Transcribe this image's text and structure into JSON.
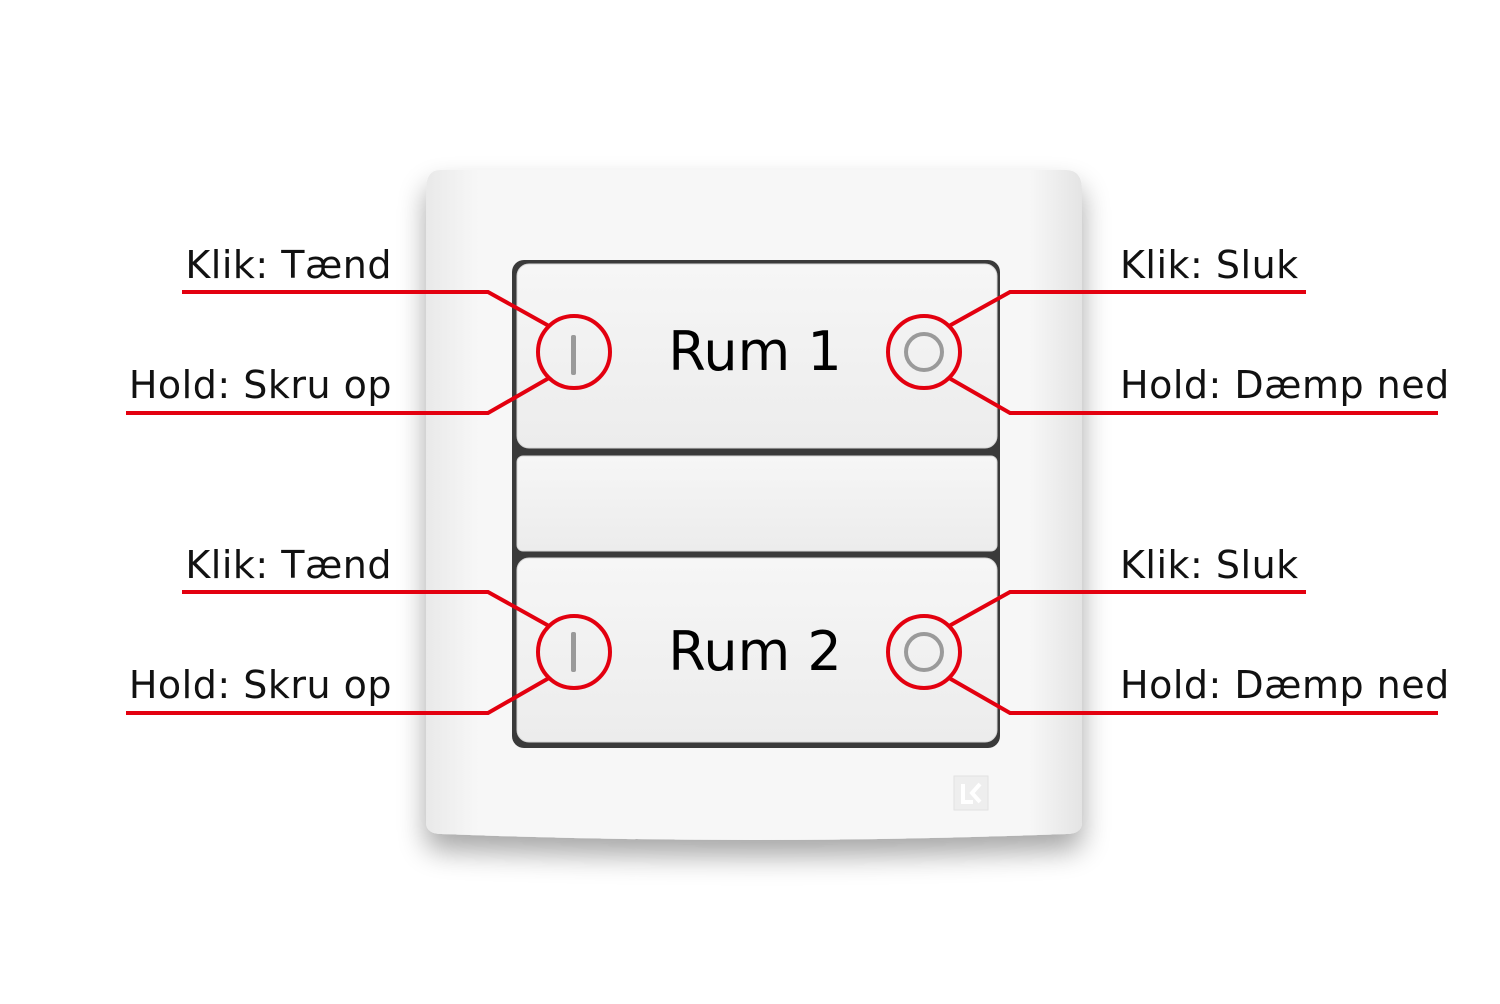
{
  "colors": {
    "callout": "#e3000f",
    "label_text": "#111111",
    "frame": "#f4f4f4",
    "rocker": "#f1f1f1",
    "symbol": "#9a9a9a"
  },
  "rockers": [
    {
      "name": "Rum 1",
      "left": {
        "line1": "Klik: Tænd",
        "line2": "Hold: Skru op",
        "symbol": "on-bar-icon"
      },
      "right": {
        "line1": "Klik: Sluk",
        "line2": "Hold: Dæmp ned",
        "symbol": "off-ring-icon"
      }
    },
    {
      "name": "Rum 2",
      "left": {
        "line1": "Klik: Tænd",
        "line2": "Hold: Skru op",
        "symbol": "on-bar-icon"
      },
      "right": {
        "line1": "Klik: Sluk",
        "line2": "Hold: Dæmp ned",
        "symbol": "off-ring-icon"
      }
    }
  ]
}
